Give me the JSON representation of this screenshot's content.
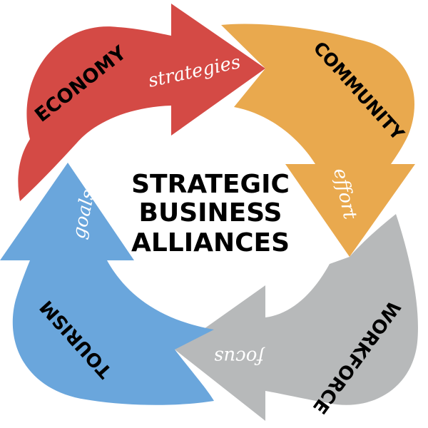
{
  "center_title": [
    "STRATEGIC",
    "BUSINESS",
    "ALLIANCES"
  ],
  "segments": {
    "economy": {
      "label": "ECONOMY",
      "connector": "strategies",
      "color": "#d44a45"
    },
    "community": {
      "label": "COMMUNITY",
      "connector": "effort",
      "color": "#e9a94e"
    },
    "workforce": {
      "label": "WORKFORCE",
      "connector": "focus",
      "color": "#b7b9ba"
    },
    "tourism": {
      "label": "TOURISM",
      "connector": "goals",
      "color": "#6aa6dc"
    }
  }
}
